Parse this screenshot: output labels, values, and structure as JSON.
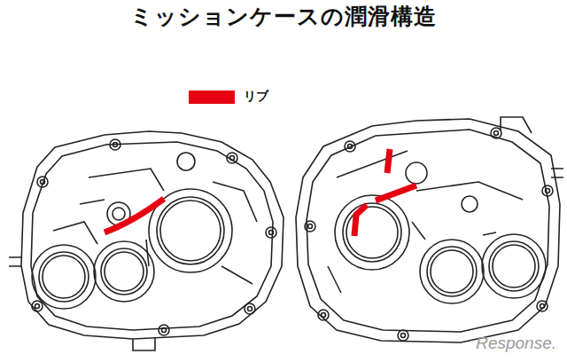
{
  "diagram": {
    "title": "ミッションケースの潤滑構造",
    "labels": [
      "Response."
    ],
    "legend": [
      {
        "text": "リブ",
        "color": "#e60012"
      }
    ]
  }
}
